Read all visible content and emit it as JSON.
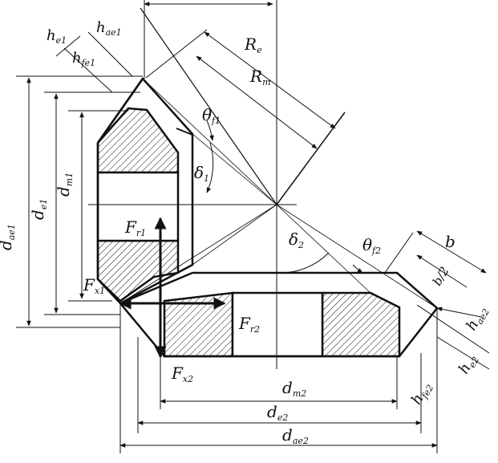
{
  "labels": {
    "Re": "R",
    "Re_sub": "e",
    "Rm": "R",
    "Rm_sub": "m",
    "he1": "h",
    "he1_sub": "e1",
    "hae1": "h",
    "hae1_sub": "ae1",
    "hfe1": "h",
    "hfe1_sub": "fe1",
    "theta_f1": "θ",
    "theta_f1_sub": "f1",
    "delta1": "δ",
    "delta1_sub": "1",
    "dae1": "d",
    "dae1_sub": "ae1",
    "de1": "d",
    "de1_sub": "e1",
    "dm1": "d",
    "dm1_sub": "m1",
    "Fr1": "F",
    "Fr1_sub": "r1",
    "Fx1": "F",
    "Fx1_sub": "x1",
    "Fr2": "F",
    "Fr2_sub": "r2",
    "Fx2": "F",
    "Fx2_sub": "x2",
    "delta2": "δ",
    "delta2_sub": "2",
    "theta_f2": "θ",
    "theta_f2_sub": "f2",
    "b": "b",
    "b_half": "b/2",
    "hae2": "h",
    "hae2_sub": "ae2",
    "he2": "h",
    "he2_sub": "e2",
    "hfe2": "h",
    "hfe2_sub": "fe2",
    "dm2": "d",
    "dm2_sub": "m2",
    "de2": "d",
    "de2_sub": "e2",
    "dae2": "d",
    "dae2_sub": "ae2"
  }
}
